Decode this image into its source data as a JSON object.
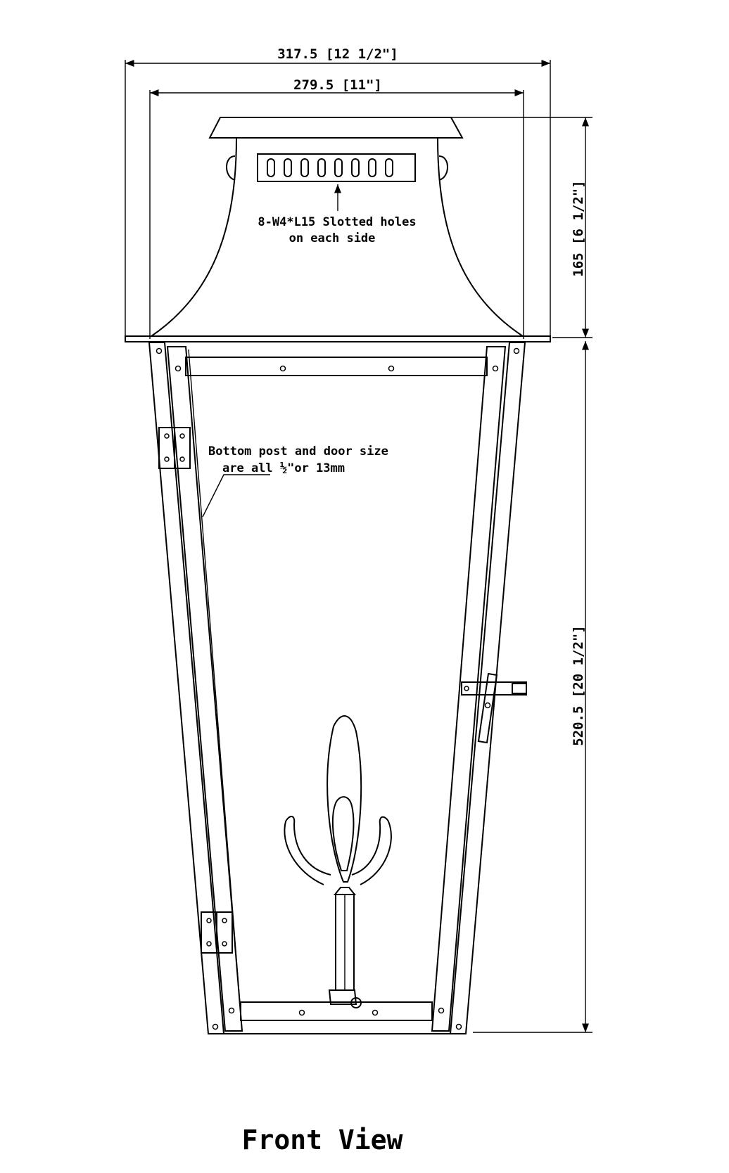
{
  "dimensions": {
    "overall_width": "317.5 [12 1/2\"]",
    "inner_width": "279.5 [11\"]",
    "top_height": "165 [6 1/2\"]",
    "bottom_height": "520.5 [20 1/2\"]"
  },
  "notes": {
    "slotted_line1": "8-W4*L15 Slotted holes",
    "slotted_line2": "on each side",
    "post_line1": "Bottom post and door size",
    "post_line2": "are all ½\"or 13mm"
  },
  "title": "Front View"
}
